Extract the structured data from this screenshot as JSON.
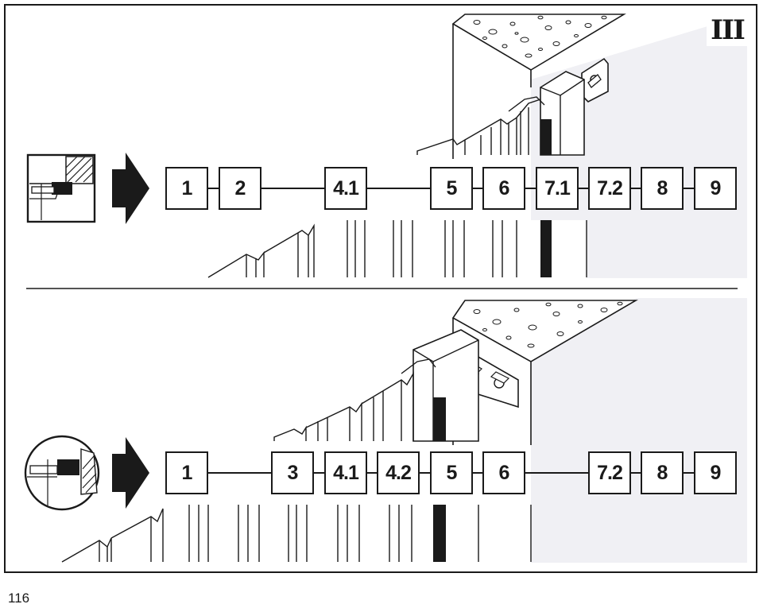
{
  "page_number": "116",
  "section_badge": "III",
  "colors": {
    "line": "#1a1a1a",
    "wall_face": "#f0f0f4",
    "wall_face_light": "#f7f7fa",
    "concrete": "#ffffff"
  },
  "top_row": {
    "detail_icon": "mounting-detail-square",
    "arrow_icon": "arrow-right-icon",
    "steps": [
      "1",
      "2",
      "4.1",
      "5",
      "6",
      "7.1",
      "7.2",
      "8",
      "9"
    ]
  },
  "bottom_row": {
    "detail_icon": "mounting-detail-circle",
    "arrow_icon": "arrow-right-icon",
    "steps": [
      "1",
      "3",
      "4.1",
      "4.2",
      "5",
      "6",
      "7.2",
      "8",
      "9"
    ]
  }
}
